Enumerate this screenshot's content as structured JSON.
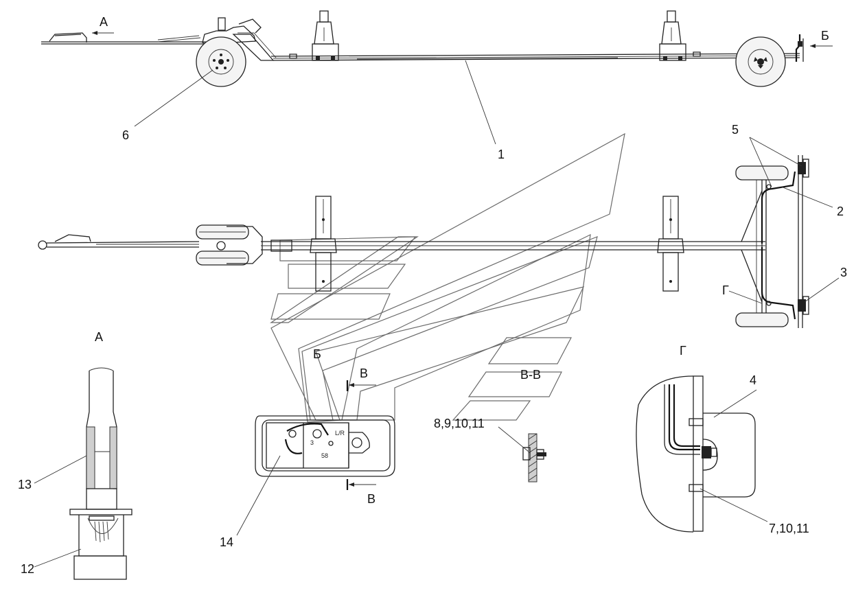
{
  "views": {
    "side_arrow_a": "А",
    "side_arrow_b": "Б",
    "view_a": "А",
    "view_b": "Б",
    "view_g": "Г",
    "section": "В-В",
    "cut_top": "В",
    "cut_bottom": "В",
    "leader_g": "Г"
  },
  "callouts": {
    "c1": "1",
    "c2": "2",
    "c3": "3",
    "c4": "4",
    "c5": "5",
    "c6": "6",
    "c7": "7,10,11",
    "c8": "8,9,10,11",
    "c12": "12",
    "c13": "13",
    "c14": "14"
  },
  "socket_marks": {
    "m1": "58",
    "m2": "3",
    "m3": "L/R"
  }
}
